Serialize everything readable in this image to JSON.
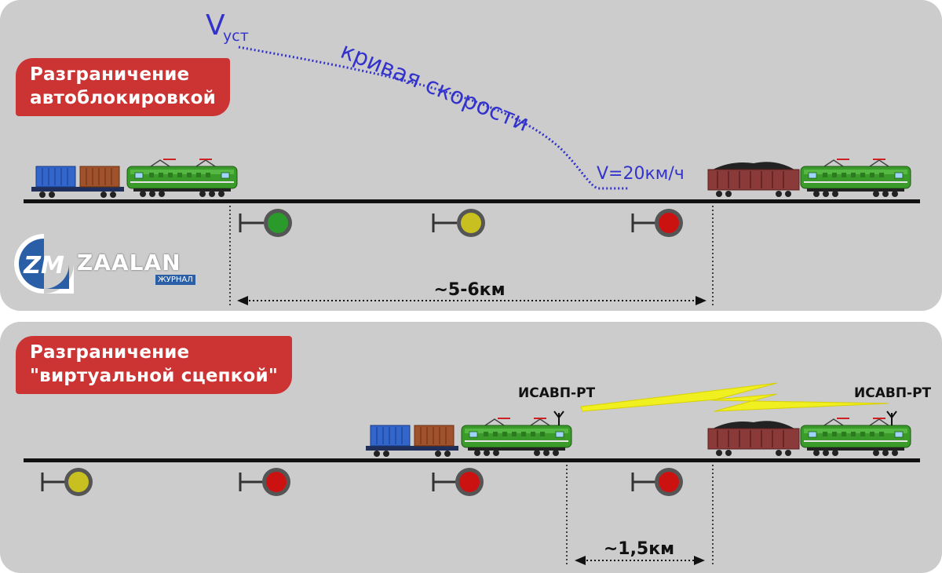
{
  "top_panel": {
    "badge_line1": "Разграничение",
    "badge_line2": "автоблокировкой",
    "v_symbol": "V",
    "v_subscript": "уст",
    "curve_label": "кривая скорости",
    "speed_label": "V=20км/ч",
    "distance_label": "~5-6км",
    "signals": [
      "green",
      "yellow",
      "red"
    ]
  },
  "bottom_panel": {
    "badge_line1": "Разграничение",
    "badge_line2": "\"виртуальной сцепкой\"",
    "system_label_left": "ИСАВП-РТ",
    "system_label_right": "ИСАВП-РТ",
    "distance_label": "~1,5км",
    "signals": [
      "yellow",
      "red",
      "red",
      "red"
    ]
  },
  "logo": {
    "name": "ZAALAN",
    "subtitle": "ЖУРНАЛ",
    "mark": "ZM"
  },
  "colors": {
    "panel": "#cccccc",
    "badge": "#cc3333",
    "curve": "#3333cc",
    "signal_green": "#2a9a2a",
    "signal_yellow": "#c8c020",
    "signal_red": "#cc1111",
    "loco_green": "#3a9a2a",
    "container_blue": "#3366cc",
    "container_brown": "#a0522d",
    "hopper": "#8b3a3a",
    "radio_link": "#f0f020"
  }
}
